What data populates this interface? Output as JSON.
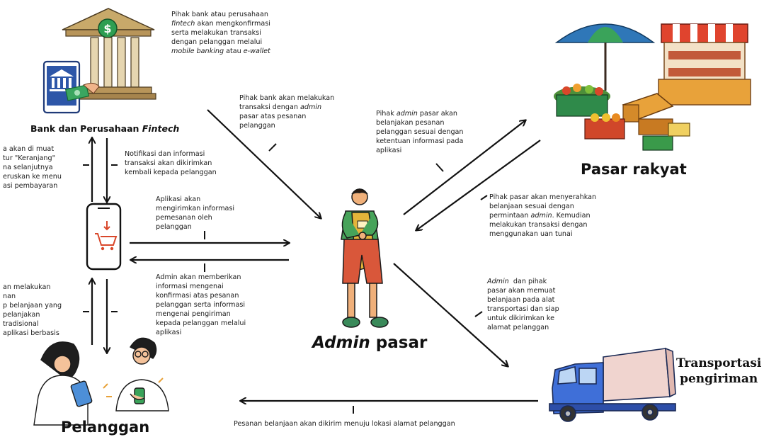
{
  "nodes": {
    "bank": {
      "label_prefix": "Bank dan Perusahaan ",
      "label_italic": "Fintech"
    },
    "market": {
      "label": "Pasar rakyat"
    },
    "admin": {
      "label_italic": "Admin",
      "label_rest": " pasar"
    },
    "transport": {
      "line1": "Transportasi",
      "line2": "pengiriman"
    },
    "customer": {
      "label": "Pelanggan"
    }
  },
  "notes": {
    "bank_confirm": {
      "l1": "Pihak bank atau perusahaan",
      "l2a": "fintech",
      "l2b": " akan mengkonfirmasi",
      "l3": "serta melakukan transaksi",
      "l4": "dengan pelanggan melalui",
      "l5a": "mobile banking",
      "l5b": " atau ",
      "l5c": "e-wallet"
    },
    "bank_admin": {
      "l1": "Pihak bank akan melakukan",
      "l2a": "transaksi dengan ",
      "l2b": "admin",
      "l3": "pasar atas pesanan",
      "l4": "pelanggan"
    },
    "admin_market": {
      "l1a": "Pihak ",
      "l1b": "admin",
      "l1c": " pasar akan",
      "l2": "belanjakan pesanan",
      "l3": "pelanggan sesuai dengan",
      "l4": "ketentuan informasi pada",
      "l5": "aplikasi"
    },
    "market_admin": {
      "l1": "Pihak pasar akan menyerahkan",
      "l2": "belanjaan sesuai dengan",
      "l3a": "permintaan ",
      "l3b": "admin",
      "l3c": ". Kemudian",
      "l4": "melakukan transaksi dengan",
      "l5": "menggunakan uan tunai"
    },
    "cart": {
      "l1": "a akan di muat",
      "l2": "tur \"Keranjang\"",
      "l3": "na selanjutnya",
      "l4": "eruskan ke menu",
      "l5": "asi pembayaran"
    },
    "notif": {
      "l1": "Notifikasi dan informasi",
      "l2": "transaksi akan dikirimkan",
      "l3": "kembali kepada pelanggan"
    },
    "app_send": {
      "l1": "Aplikasi akan",
      "l2": "mengirimkan informasi",
      "l3": "pemesanan oleh",
      "l4": "pelanggan"
    },
    "admin_info": {
      "l1": "Admin akan memberikan",
      "l2": "informasi mengenai",
      "l3": "konfirmasi atas pesanan",
      "l4": "pelanggan serta informasi",
      "l5": "mengenai pengiriman",
      "l6": "kepada pelanggan melalui",
      "l7": "aplikasi"
    },
    "customer_shop": {
      "l1": "an melakukan",
      "l2": "nan",
      "l3": "p belanjaan yang",
      "l4": "pelanjakan",
      "l5": "tradisional",
      "l6": "aplikasi  berbasis"
    },
    "admin_transport": {
      "l1a": "Admin",
      "l1b": "  dan pihak",
      "l2": "pasar akan memuat",
      "l3": "belanjaan pada alat",
      "l4": "transportasi dan siap",
      "l5": "untuk dikirimkan ke",
      "l6": "alamat pelanggan"
    },
    "delivery": {
      "l1": "Pesanan belanjaan akan dikirim menuju lokasi alamat pelanggan"
    }
  },
  "icons": {
    "bank": "bank-building-icon",
    "phone": "smartphone-cart-icon",
    "market": "market-stall-icon",
    "admin": "admin-person-icon",
    "truck": "delivery-truck-icon",
    "customers": "customers-with-phones-icon"
  },
  "colors": {
    "bank_gold": "#c8a96a",
    "bank_money": "#2e9e52",
    "umbrella_blue": "#2f77b8",
    "umbrella_green": "#3aa35a",
    "awning_red": "#e0442e",
    "crate_orange": "#e8a23a",
    "truck_blue": "#3f6fd8",
    "truck_box": "#f0d4cf",
    "admin_green": "#47a35a",
    "admin_apron": "#e4b43a",
    "admin_pants": "#d9573a",
    "tablet_blue": "#4d8fd8",
    "arrow": "#111111"
  }
}
